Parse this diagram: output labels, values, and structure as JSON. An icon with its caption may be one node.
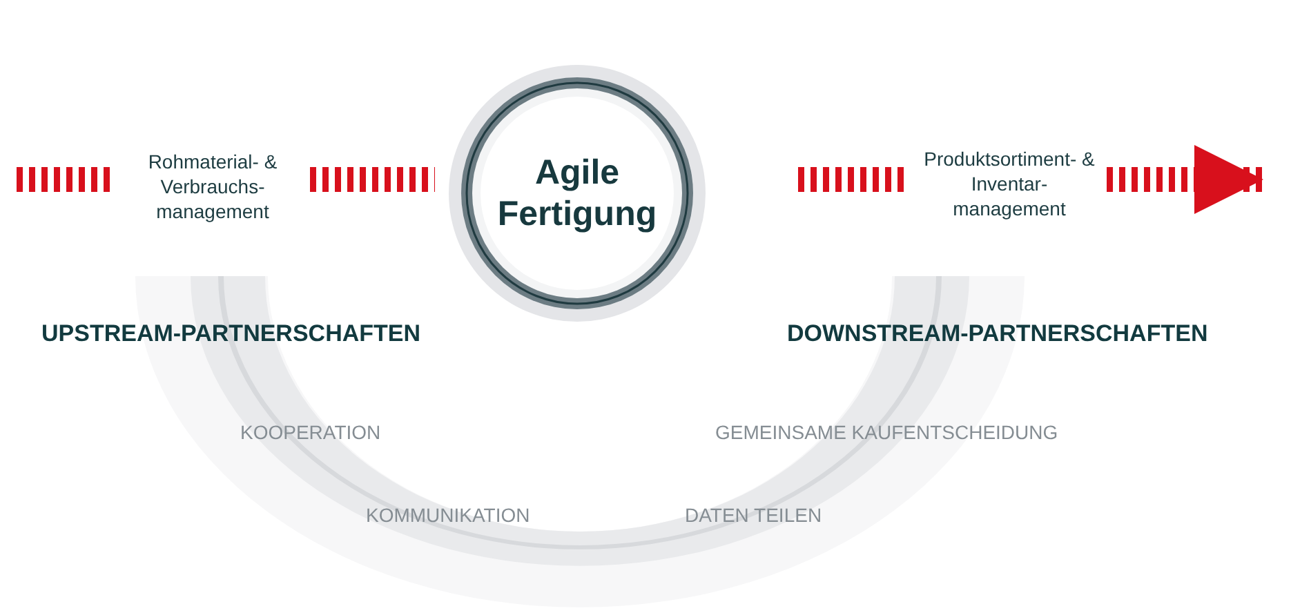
{
  "diagram": {
    "nodes": [
      {
        "text": [
          "Rohmaterial- & Verbrauchs-management"
        ]
      },
      {
        "text": [
          "Agile Fertigung"
        ]
      },
      {
        "text": [
          "Produktsortiment- & Inventar-management"
        ]
      }
    ],
    "edges": [
      {
        "from": null,
        "to": 0,
        "arrow": "none",
        "style": "dashed"
      },
      {
        "from": 0,
        "to": 1,
        "arrow": "none",
        "style": "dashed"
      },
      {
        "from": 1,
        "to": 2,
        "arrow": "none",
        "style": "dashed"
      },
      {
        "from": 2,
        "to": null,
        "arrow": "to",
        "style": "dashed"
      }
    ],
    "labels": [
      "UPSTREAM-PARTNERSCHAFTEN",
      "DOWNSTREAM-PARTNERSCHAFTEN",
      "KOOPERATION",
      "GEMEINSAME KAUFENTSCHEIDUNG",
      "KOMMUNIKATION",
      "DATEN TEILEN"
    ]
  }
}
